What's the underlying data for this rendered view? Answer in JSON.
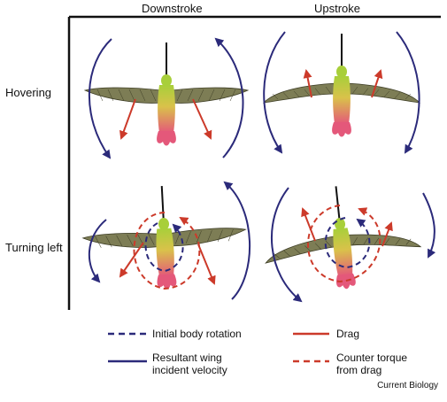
{
  "columns": [
    "Downstroke",
    "Upstroke"
  ],
  "rows": [
    "Hovering",
    "Turning left"
  ],
  "legend": {
    "initial_rotation": "Initial body rotation",
    "resultant_velocity": "Resultant wing\nincident velocity",
    "drag": "Drag",
    "counter_torque": "Counter torque\nfrom drag"
  },
  "credit": "Current Biology",
  "colors": {
    "navy": "#2b2a7a",
    "red": "#cc3a2a",
    "wing": "#7d7d55",
    "wing_edge": "#3d3d25",
    "body_top": "#a8cf3a",
    "body_bottom": "#e4587a",
    "axis": "#111111"
  }
}
